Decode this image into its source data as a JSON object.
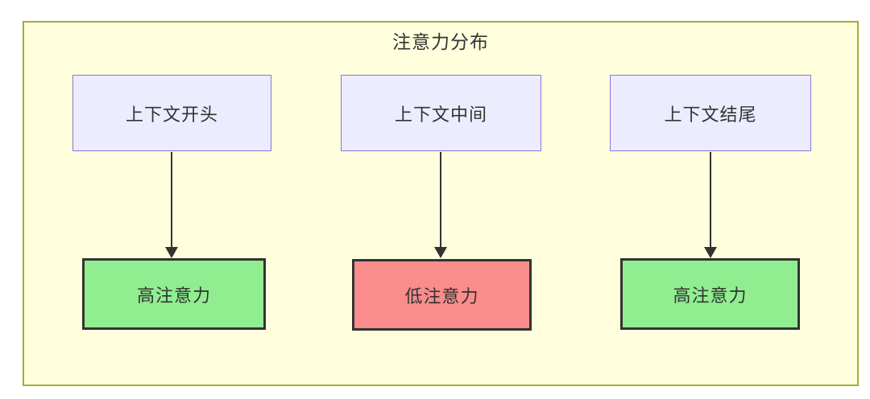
{
  "diagram": {
    "title": "注意力分布",
    "top_nodes": [
      {
        "label": "上下文开头"
      },
      {
        "label": "上下文中间"
      },
      {
        "label": "上下文结尾"
      }
    ],
    "bottom_nodes": [
      {
        "label": "高注意力",
        "status": "high"
      },
      {
        "label": "低注意力",
        "status": "low"
      },
      {
        "label": "高注意力",
        "status": "high"
      }
    ],
    "edges": [
      {
        "from": "上下文开头",
        "to": "高注意力"
      },
      {
        "from": "上下文中间",
        "to": "低注意力"
      },
      {
        "from": "上下文结尾",
        "to": "高注意力"
      }
    ],
    "colors": {
      "frame_bg": "#ffffde",
      "frame_border": "#aaaa33",
      "node_bg": "#ececff",
      "node_border": "#9370db",
      "high_attention_bg": "#90ee90",
      "low_attention_bg": "#fa8c8c",
      "node_stroke_dark": "#333333",
      "arrow": "#333333",
      "text": "#333333"
    }
  }
}
